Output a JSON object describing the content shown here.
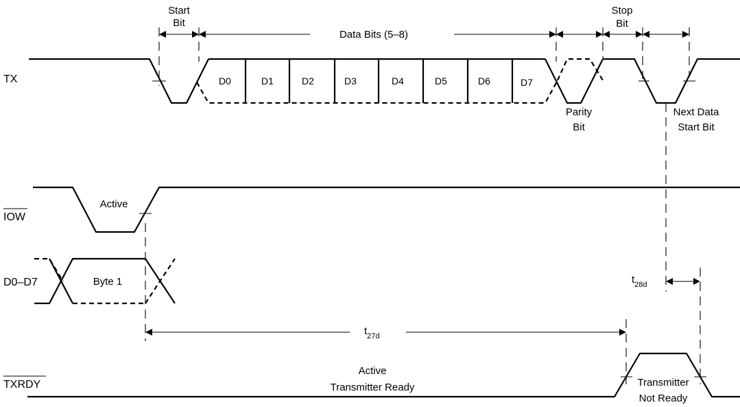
{
  "signals": {
    "tx": "TX",
    "iow": "IOW",
    "data_bus": "D0–D7",
    "txrdy": "TXRDY"
  },
  "labels": {
    "start_bit_line1": "Start",
    "start_bit_line2": "Bit",
    "data_bits": "Data Bits (5–8)",
    "stop_bit_line1": "Stop",
    "stop_bit_line2": "Bit",
    "parity_line1": "Parity",
    "parity_line2": "Bit",
    "next_line1": "Next Data",
    "next_line2": "Start Bit",
    "iow_active": "Active",
    "byte1": "Byte 1",
    "t27_main": "t",
    "t27_sub": "27d",
    "t28_main": "t",
    "t28_sub": "28d",
    "txrdy_active_line1": "Active",
    "txrdy_active_line2": "Transmitter Ready",
    "txrdy_notready_line1": "Transmitter",
    "txrdy_notready_line2": "Not Ready"
  },
  "data_bits": [
    "D0",
    "D1",
    "D2",
    "D3",
    "D4",
    "D5",
    "D6",
    "D7"
  ]
}
